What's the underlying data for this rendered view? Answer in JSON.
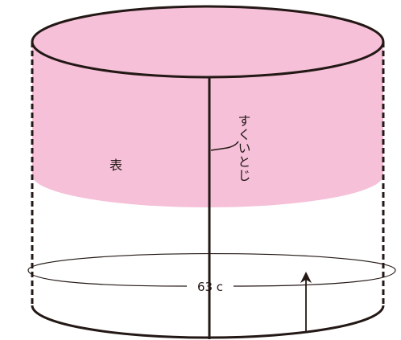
{
  "labels": {
    "front_side": "表",
    "seam": "すくいとじ",
    "circumference": "63 c"
  },
  "colors": {
    "pink_fill": "#f5c0d8",
    "stroke": "#231815",
    "background": "#ffffff"
  }
}
